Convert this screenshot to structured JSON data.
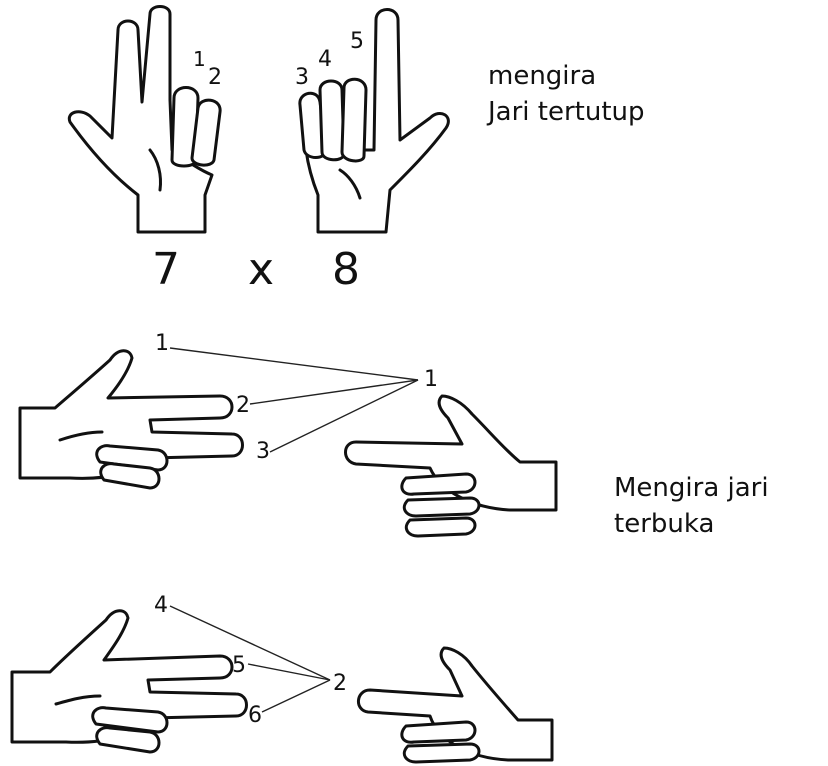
{
  "top": {
    "left_hand_numbers": [
      "1",
      "2"
    ],
    "right_hand_numbers": [
      "3",
      "4",
      "5"
    ],
    "factor_a": "7",
    "operator": "x",
    "factor_b": "8",
    "caption_line1": "mengira",
    "caption_line2": "Jari tertutup"
  },
  "middle": {
    "left_numbers": [
      "1",
      "2",
      "3"
    ],
    "right_number": "1",
    "caption_line1": "Mengira jari",
    "caption_line2": "terbuka"
  },
  "bottom": {
    "left_numbers": [
      "4",
      "5",
      "6"
    ],
    "right_number": "2"
  }
}
